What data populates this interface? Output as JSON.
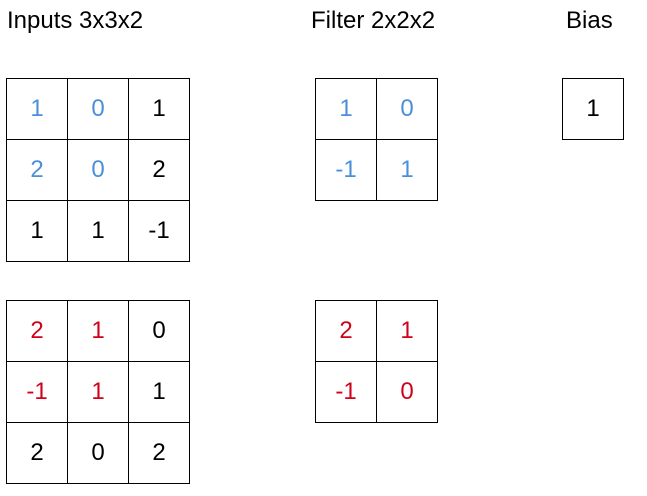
{
  "colors": {
    "blue": "#4a90d9",
    "red": "#d0021b",
    "black": "#000000"
  },
  "titles": {
    "inputs": "Inputs 3x3x2",
    "filter": "Filter 2x2x2",
    "bias": "Bias"
  },
  "inputs": [
    {
      "rows": [
        [
          {
            "v": "1",
            "c": "blue"
          },
          {
            "v": "0",
            "c": "blue"
          },
          {
            "v": "1",
            "c": "black"
          }
        ],
        [
          {
            "v": "2",
            "c": "blue"
          },
          {
            "v": "0",
            "c": "blue"
          },
          {
            "v": "2",
            "c": "black"
          }
        ],
        [
          {
            "v": "1",
            "c": "black"
          },
          {
            "v": "1",
            "c": "black"
          },
          {
            "v": "-1",
            "c": "black"
          }
        ]
      ]
    },
    {
      "rows": [
        [
          {
            "v": "2",
            "c": "red"
          },
          {
            "v": "1",
            "c": "red"
          },
          {
            "v": "0",
            "c": "black"
          }
        ],
        [
          {
            "v": "-1",
            "c": "red"
          },
          {
            "v": "1",
            "c": "red"
          },
          {
            "v": "1",
            "c": "black"
          }
        ],
        [
          {
            "v": "2",
            "c": "black"
          },
          {
            "v": "0",
            "c": "black"
          },
          {
            "v": "2",
            "c": "black"
          }
        ]
      ]
    }
  ],
  "filter": [
    {
      "rows": [
        [
          {
            "v": "1",
            "c": "blue"
          },
          {
            "v": "0",
            "c": "blue"
          }
        ],
        [
          {
            "v": "-1",
            "c": "blue"
          },
          {
            "v": "1",
            "c": "blue"
          }
        ]
      ]
    },
    {
      "rows": [
        [
          {
            "v": "2",
            "c": "red"
          },
          {
            "v": "1",
            "c": "red"
          }
        ],
        [
          {
            "v": "-1",
            "c": "red"
          },
          {
            "v": "0",
            "c": "red"
          }
        ]
      ]
    }
  ],
  "bias": {
    "rows": [
      [
        {
          "v": "1",
          "c": "black"
        }
      ]
    ]
  }
}
